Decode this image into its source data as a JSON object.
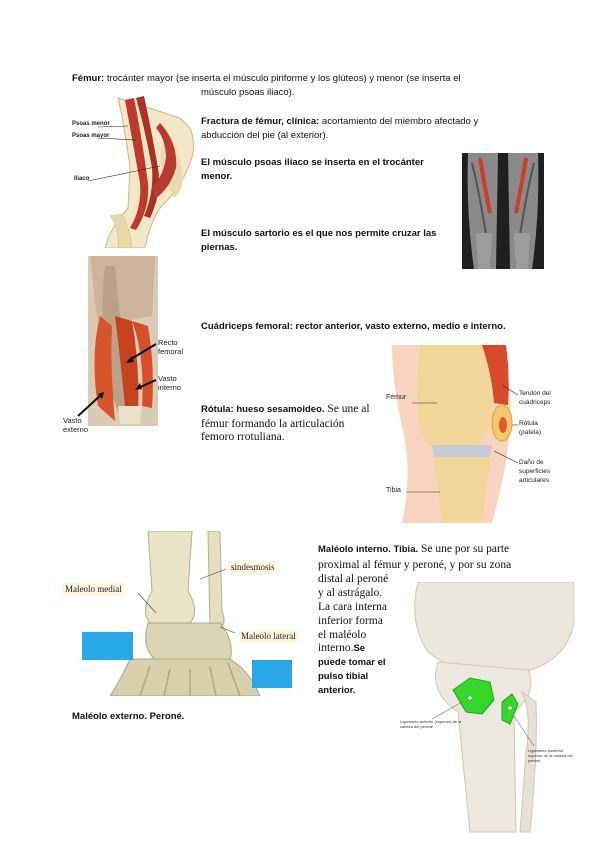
{
  "femur": {
    "head": "Fémur:",
    "line1": " trocánter mayor (se inserta el músculo piriforme y los glúteos) y menor (se inserta el",
    "line2": "músculo psoas iliaco)."
  },
  "fractura": {
    "head": "Fractura de fémur, clínica:",
    "line1": " acortamiento del miembro afectado y",
    "line2": "abducción del pie (al exterior)."
  },
  "psoas": {
    "line1": "El músculo psoas iliaco se inserta en el trocánter",
    "line2": "menor."
  },
  "sartorio": {
    "line1": "El músculo sartorio es el que nos permite cruzar las",
    "line2": "piernas."
  },
  "cuadriceps": {
    "text": "Cuádriceps femoral: rector anterior, vasto externo, medio e interno."
  },
  "rotula": {
    "head": "Rótula: hueso sesamoideo.",
    "line1": " Se une al",
    "line2": "fémur formando la articulación",
    "line3": "femoro rrotuliana."
  },
  "maleolo_interno": {
    "head": "Maléolo interno. Tibia.",
    "line1": " Se une por su parte",
    "line2": "proximal al fémur y peroné, y por su zona",
    "line3": "distal al peroné",
    "line4": "y al astrágalo.",
    "line5": "La cara interna",
    "line6": "inferior forma",
    "line7": "el maléolo",
    "line8": "interno.",
    "line8b": "Se",
    "line9": "puede tomar el",
    "line10": "pulso tibial",
    "line11": "anterior."
  },
  "maleolo_externo": {
    "text": "Maléolo externo. Peroné."
  },
  "fig_hip": {
    "psoas_menor": "Psoas menor",
    "psoas_mayor": "Psoas mayor",
    "iliaco": "Iliaco"
  },
  "fig_thigh": {
    "recto": "Recto femoral",
    "vasto_interno": "Vasto interno",
    "vasto_externo": "Vasto externo"
  },
  "fig_knee": {
    "femur": "Fémur",
    "tendon": "Tendón del cuádriceps",
    "rotula": "Rótula (patela)",
    "dano": "Daño de superficies articulares",
    "tibia": "Tibia"
  },
  "fig_ankle": {
    "medial": "Maleolo medial",
    "sindesmosis": "sindesmosis",
    "lateral": "Maleolo lateral"
  },
  "fig_tibia": {
    "lig_ant": "Ligamento anterior (superior) de la cabeza del peroné",
    "lig_post": "Ligamento posterior superior de la cabeza del peroné"
  },
  "colors": {
    "muscle": "#c0392b",
    "bone": "#e8dcc0",
    "blue_box": "#29a8e8",
    "green": "#35d62a"
  }
}
